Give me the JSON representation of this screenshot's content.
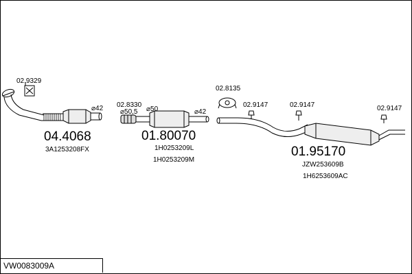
{
  "diagram_code": "VW0083009A",
  "parts": [
    {
      "number": "04.4068",
      "refs": [
        "3A1253208FX"
      ]
    },
    {
      "number": "01.80070",
      "refs": [
        "1H0253209L",
        "1H0253209M"
      ]
    },
    {
      "number": "01.95170",
      "refs": [
        "JZW253609B",
        "1H6253609AC"
      ]
    }
  ],
  "accessories": {
    "gasket": "02.9329",
    "clamp": "02.8330",
    "ring": "02.8135",
    "hanger": "02.9147"
  },
  "diameters": {
    "d42": "⌀42",
    "d50_5": "⌀50,5",
    "d50": "⌀50"
  }
}
